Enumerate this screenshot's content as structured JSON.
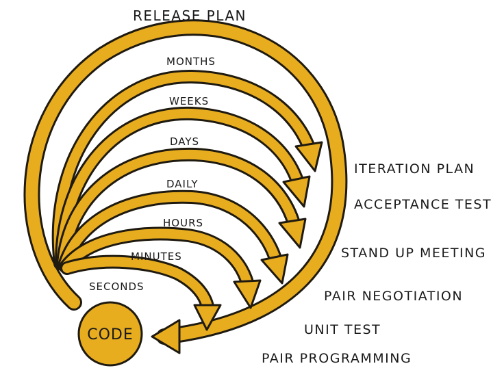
{
  "center": {
    "label": "CODE"
  },
  "title": "RELEASE PLAN",
  "timescales": [
    {
      "id": "months",
      "label": "MONTHS"
    },
    {
      "id": "weeks",
      "label": "WEEKS"
    },
    {
      "id": "days",
      "label": "DAYS"
    },
    {
      "id": "daily",
      "label": "DAILY"
    },
    {
      "id": "hours",
      "label": "HOURS"
    },
    {
      "id": "minutes",
      "label": "MINUTES"
    },
    {
      "id": "seconds",
      "label": "SECONDS"
    }
  ],
  "practices": [
    {
      "id": "iteration-plan",
      "label": "ITERATION  PLAN"
    },
    {
      "id": "acceptance-test",
      "label": "ACCEPTANCE TEST"
    },
    {
      "id": "stand-up-meeting",
      "label": "STAND UP MEETING"
    },
    {
      "id": "pair-negotiation",
      "label": "PAIR NEGOTIATION"
    },
    {
      "id": "unit-test",
      "label": "UNIT TEST"
    },
    {
      "id": "pair-programming",
      "label": "PAIR PROGRAMMING"
    }
  ],
  "colors": {
    "arrow_fill": "#e8ac1f",
    "arrow_outline": "#1f1a10",
    "code_fill": "#e8ac1f",
    "text": "#1a1a1a",
    "background": "#ffffff"
  }
}
